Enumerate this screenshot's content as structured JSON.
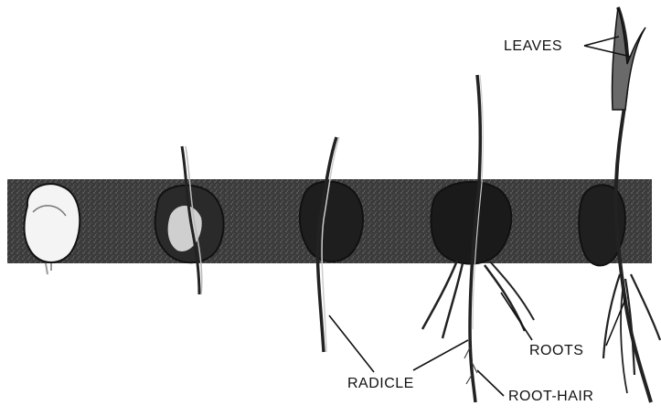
{
  "labels": {
    "leaves": "LEAVES",
    "roots": "ROOTS",
    "radicle": "RADICLE",
    "root_hair": "ROOT-HAIR"
  },
  "colors": {
    "background": "#ffffff",
    "band": "#3a3a3a",
    "ink": "#111111"
  }
}
